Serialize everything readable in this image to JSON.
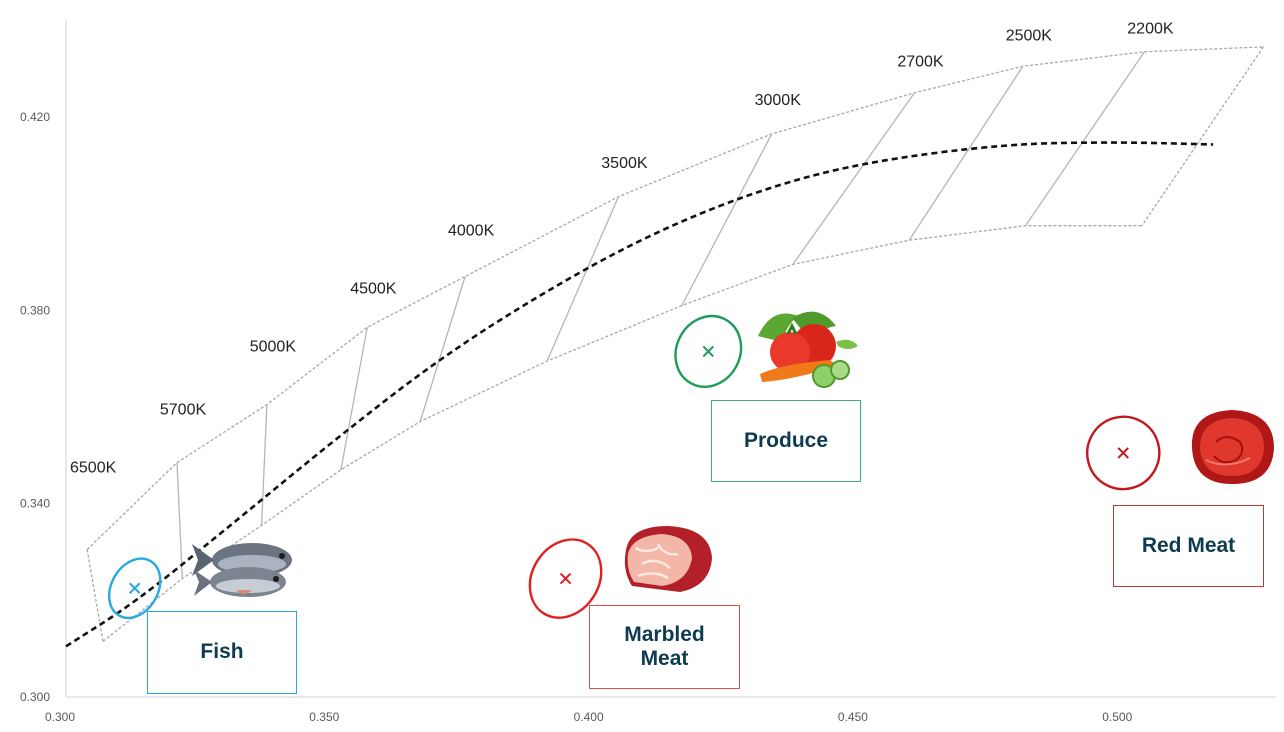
{
  "chart_data": {
    "type": "scatter",
    "xlim": [
      0.3,
      0.527
    ],
    "ylim": [
      0.3,
      0.438
    ],
    "x_ticks": [
      "0.300",
      "0.350",
      "0.400",
      "0.450",
      "0.500"
    ],
    "y_ticks": [
      "0.300",
      "0.340",
      "0.380",
      "0.420"
    ],
    "grid": false,
    "cct_bands": [
      {
        "label": "6500K",
        "upper": [
          0.304,
          0.3305
        ],
        "lower": [
          0.307,
          0.3115
        ]
      },
      {
        "label": "5700K",
        "upper": [
          0.321,
          0.3485
        ],
        "lower": [
          0.322,
          0.3245
        ]
      },
      {
        "label": "5000K",
        "upper": [
          0.338,
          0.3605
        ],
        "lower": [
          0.337,
          0.3355
        ]
      },
      {
        "label": "4500K",
        "upper": [
          0.357,
          0.3765
        ],
        "lower": [
          0.352,
          0.347
        ]
      },
      {
        "label": "4000K",
        "upper": [
          0.3755,
          0.387
        ],
        "lower": [
          0.367,
          0.357
        ]
      },
      {
        "label": "3500K",
        "upper": [
          0.4045,
          0.4035
        ],
        "lower": [
          0.391,
          0.3695
        ]
      },
      {
        "label": "3000K",
        "upper": [
          0.4335,
          0.4165
        ],
        "lower": [
          0.4165,
          0.381
        ]
      },
      {
        "label": "2700K",
        "upper": [
          0.4605,
          0.425
        ],
        "lower": [
          0.4375,
          0.3895
        ]
      },
      {
        "label": "2500K",
        "upper": [
          0.481,
          0.4305
        ],
        "lower": [
          0.4595,
          0.3945
        ]
      },
      {
        "label": "2200K",
        "upper": [
          0.504,
          0.4335
        ],
        "lower": [
          0.4815,
          0.3975
        ]
      },
      {
        "label": "",
        "upper": [
          0.5265,
          0.4345
        ],
        "lower": [
          0.5035,
          0.3975
        ]
      }
    ],
    "cct_label_y": [
      0.3465,
      0.3585,
      0.3715,
      0.3835,
      0.3955,
      0.4095,
      0.4225,
      0.4305,
      0.4358,
      0.4373
    ],
    "blackbody_locus": [
      [
        0.3,
        0.3105
      ],
      [
        0.313,
        0.3195
      ],
      [
        0.33,
        0.3345
      ],
      [
        0.35,
        0.3525
      ],
      [
        0.37,
        0.3695
      ],
      [
        0.39,
        0.3835
      ],
      [
        0.41,
        0.3955
      ],
      [
        0.43,
        0.4045
      ],
      [
        0.45,
        0.4105
      ],
      [
        0.478,
        0.4145
      ],
      [
        0.5,
        0.4148
      ],
      [
        0.517,
        0.4143
      ]
    ],
    "food_points": [
      {
        "name": "Fish",
        "x": 0.313,
        "y": 0.3225,
        "color": "#29a9e0",
        "ellipse": {
          "rx": 0.0044,
          "ry": 0.0065,
          "angle": 30
        }
      },
      {
        "name": "Marbled Meat",
        "x": 0.3945,
        "y": 0.3245,
        "color": "#e02020",
        "ellipse": {
          "rx": 0.0063,
          "ry": 0.0085,
          "angle": 32
        }
      },
      {
        "name": "Produce",
        "x": 0.4215,
        "y": 0.3715,
        "color": "#1e9a5a",
        "ellipse": {
          "rx": 0.006,
          "ry": 0.0075,
          "angle": 28
        }
      },
      {
        "name": "Red Meat",
        "x": 0.5,
        "y": 0.3505,
        "color": "#c0181e",
        "ellipse": {
          "rx": 0.0068,
          "ry": 0.0075,
          "angle": 30
        }
      }
    ]
  },
  "labels": {
    "fish": {
      "text": "Fish",
      "border": "#29a9e0"
    },
    "marbled_meat": {
      "text": "Marbled\nMeat",
      "border": "#d9534f"
    },
    "produce": {
      "text": "Produce",
      "border": "#3cb371"
    },
    "red_meat": {
      "text": "Red Meat",
      "border": "#c0392b"
    }
  },
  "icons": {
    "fish": "fish-icon",
    "marbled_meat": "marbled-meat-icon",
    "produce": "vegetables-icon",
    "red_meat": "red-meat-icon"
  }
}
